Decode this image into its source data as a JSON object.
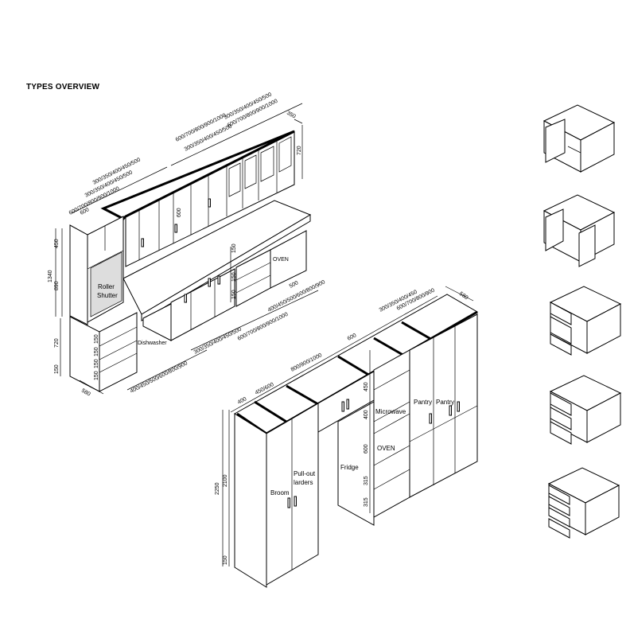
{
  "title": "TYPES OVERVIEW",
  "left_group": {
    "wall_dims": {
      "tall_width_range": "600/700/800/900/1000",
      "tall_width": "600",
      "wall_a": "300/350/400/450/500",
      "wall_b": "300/350/400/450/500",
      "wall_c_width": "600/700/800/900/1000",
      "wall_d": "300/350/400/450/500",
      "wall_e": "300/350/400/450/500",
      "wall_f_width": "600/700/800/900/1000",
      "wall_depth": "350",
      "wall_height": "720",
      "wall_unit_height": "600"
    },
    "vertical_dims": {
      "tall_total": "1340",
      "upper": "450",
      "shutter": "890",
      "base": "720",
      "plinth": "150",
      "depth": "580"
    },
    "drawer_dims": [
      "150",
      "150",
      "150",
      "150"
    ],
    "oven_drawer_dims": [
      "150",
      "150",
      "150"
    ],
    "base_dims": {
      "drawer_unit": "400/450/500/600/800/900",
      "sink_a": "300/350/400/450/500",
      "sink_b": "600/700/800/900/1000",
      "oven_width": "500",
      "oven_unit": "400/450/500/600/800/900"
    },
    "labels": {
      "roller_1": "Roller",
      "roller_2": "Shutter",
      "oven": "OVEN",
      "dishwasher": "Dishwasher"
    }
  },
  "right_group": {
    "top_dims": {
      "broom": "400",
      "larder": "450/600",
      "fridge": "800/900/1000",
      "oven_col": "600",
      "pantry_a": "300/350/400/450",
      "pantry_b": "600/700/800/900",
      "depth": "580"
    },
    "vertical_dims": {
      "total": "2250",
      "body": "2100",
      "plinth": "150",
      "top": "450",
      "microwave": "400",
      "oven": "600",
      "drawer_1": "315",
      "drawer_2": "315"
    },
    "labels": {
      "microwave": "Microwave",
      "oven": "OVEN",
      "fridge": "Fridge",
      "pantry_1": "Pantry",
      "pantry_2": "Pantry",
      "broom": "Broom",
      "larders_1": "Pull-out",
      "larders_2": "larders"
    }
  },
  "type_thumbnails": [
    "base-cabinet-single-door",
    "base-cabinet-double-door",
    "base-cabinet-drawers-mixed",
    "base-cabinet-three-drawers",
    "base-cabinet-four-drawers"
  ]
}
